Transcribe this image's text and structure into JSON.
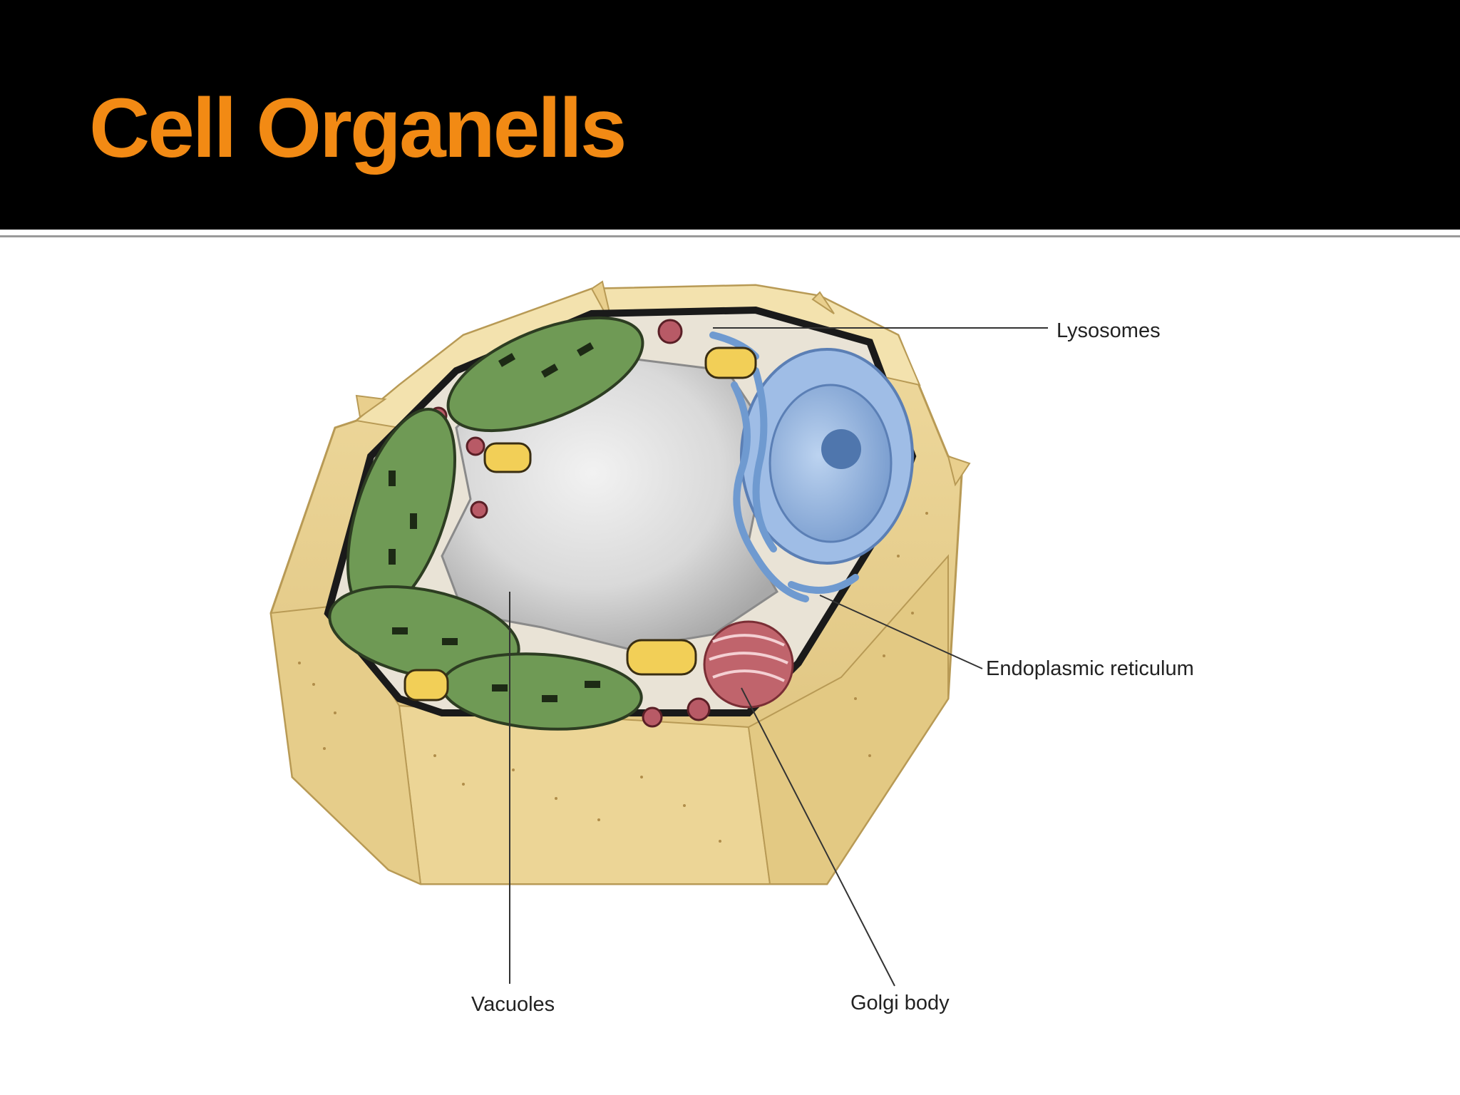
{
  "slide": {
    "title": "Cell Organells",
    "title_color": "#f28a14",
    "header_background": "#000000"
  },
  "diagram": {
    "subject": "plant cell cross-section",
    "labels": {
      "lysosomes": "Lysosomes",
      "endoplasmic_reticulum": "Endoplasmic reticulum",
      "vacuoles": "Vacuoles",
      "golgi_body": "Golgi body"
    },
    "colors": {
      "cell_wall": "#e9cf8d",
      "chloroplast": "#6f9a55",
      "vacuole": "#dcdcdc",
      "nucleus": "#8fb3e0",
      "golgi": "#c0646c",
      "mitochondria": "#f2cf57"
    }
  }
}
